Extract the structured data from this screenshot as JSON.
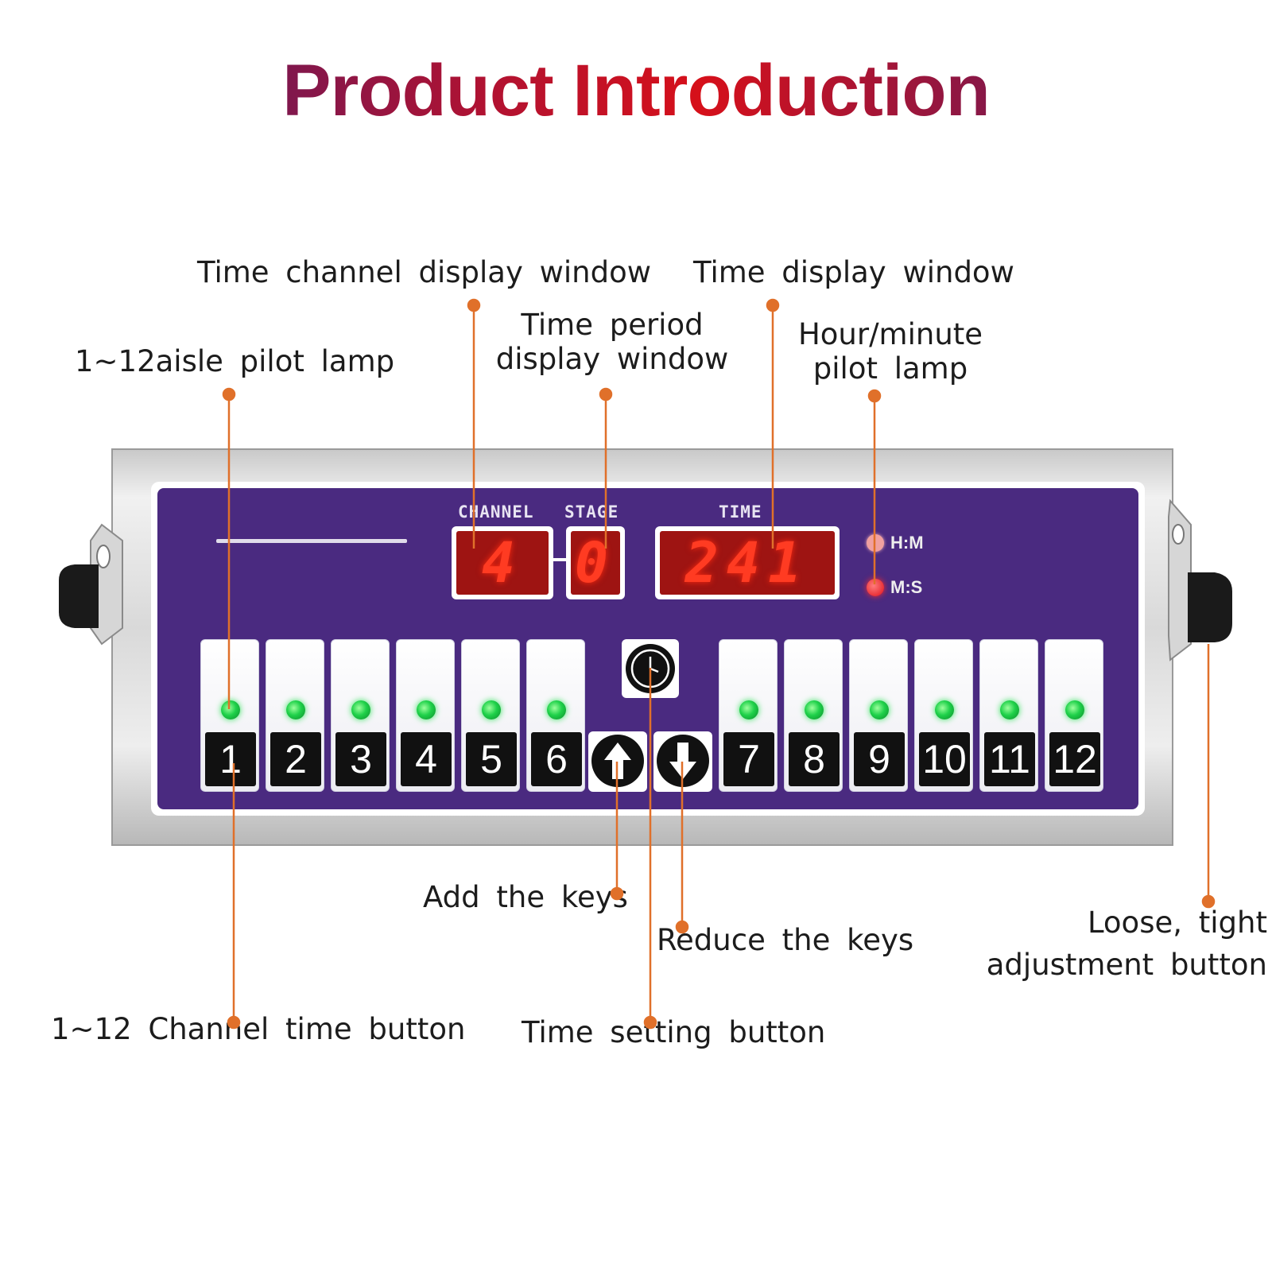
{
  "title": "Product Introduction",
  "labels": {
    "time_channel_display_window": "Time channel display window",
    "time_display_window": "Time display window",
    "time_period_line1": "Time period",
    "time_period_line2": "display window",
    "hour_minute_line1": "Hour/minute",
    "hour_minute_line2": "pilot lamp",
    "aisle_pilot_lamp": "1~12aisle pilot lamp",
    "add_keys": "Add the keys",
    "reduce_keys": "Reduce the keys",
    "loose_tight_line1": "Loose, tight",
    "loose_tight_line2": "adjustment button",
    "channel_time_button": "1~12 Channel time button",
    "time_setting_button": "Time setting button"
  },
  "device": {
    "channel_label": "CHANNEL",
    "stage_label": "STAGE",
    "time_label": "TIME",
    "channel_value": "4",
    "stage_value": "0",
    "time_value": "241",
    "hm_label": "H:M",
    "ms_label": "M:S",
    "keys_left": [
      "1",
      "2",
      "3",
      "4",
      "5",
      "6"
    ],
    "keys_right": [
      "7",
      "8",
      "9",
      "10",
      "11",
      "12"
    ]
  },
  "colors": {
    "panel": "#4a2a80",
    "lcd_digit": "#ff3b22",
    "callout": "#e0702a",
    "led": "#1fd14a"
  }
}
